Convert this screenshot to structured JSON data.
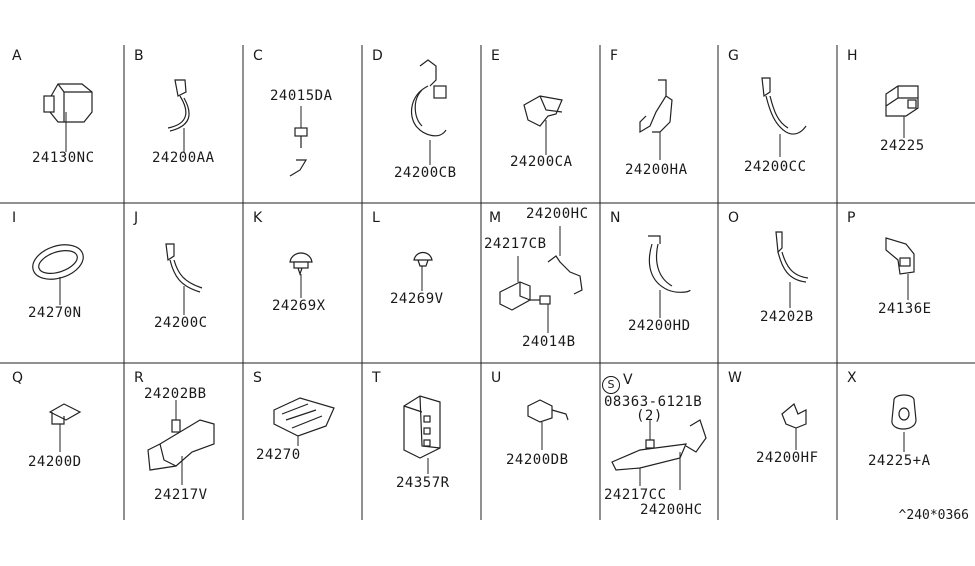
{
  "cells": [
    {
      "letter": "A",
      "parts": [
        "24130NC"
      ]
    },
    {
      "letter": "B",
      "parts": [
        "24200AA"
      ]
    },
    {
      "letter": "C",
      "parts": [
        "24015DA"
      ]
    },
    {
      "letter": "D",
      "parts": [
        "24200CB"
      ]
    },
    {
      "letter": "E",
      "parts": [
        "24200CA"
      ]
    },
    {
      "letter": "F",
      "parts": [
        "24200HA"
      ]
    },
    {
      "letter": "G",
      "parts": [
        "24200CC"
      ]
    },
    {
      "letter": "H",
      "parts": [
        "24225"
      ]
    },
    {
      "letter": "I",
      "parts": [
        "24270N"
      ]
    },
    {
      "letter": "J",
      "parts": [
        "24200C"
      ]
    },
    {
      "letter": "K",
      "parts": [
        "24269X"
      ]
    },
    {
      "letter": "L",
      "parts": [
        "24269V"
      ]
    },
    {
      "letter": "M",
      "parts": [
        "24200HC",
        "24217CB",
        "24014B"
      ]
    },
    {
      "letter": "N",
      "parts": [
        "24200HD"
      ]
    },
    {
      "letter": "O",
      "parts": [
        "24202B"
      ]
    },
    {
      "letter": "P",
      "parts": [
        "24136E"
      ]
    },
    {
      "letter": "Q",
      "parts": [
        "24200D"
      ]
    },
    {
      "letter": "R",
      "parts": [
        "24202BB",
        "24217V"
      ]
    },
    {
      "letter": "S",
      "parts": [
        "24270"
      ]
    },
    {
      "letter": "T",
      "parts": [
        "24357R"
      ]
    },
    {
      "letter": "U",
      "parts": [
        "24200DB"
      ]
    },
    {
      "letter": "V",
      "parts": [
        "08363-6121B",
        "(2)",
        "24217CC",
        "24200HC"
      ],
      "symbol": "S"
    },
    {
      "letter": "W",
      "parts": [
        "24200HF"
      ]
    },
    {
      "letter": "X",
      "parts": [
        "24225+A"
      ]
    }
  ],
  "diagram_code": "^240*0366",
  "icons": [
    "connector-block",
    "wire-clip",
    "bolt-with-clip",
    "harness-clamp",
    "protector-bracket",
    "clip-grommet",
    "grommet-ring",
    "push-clip",
    "bracket",
    "cover-sheet",
    "relay-holder",
    "socket"
  ]
}
